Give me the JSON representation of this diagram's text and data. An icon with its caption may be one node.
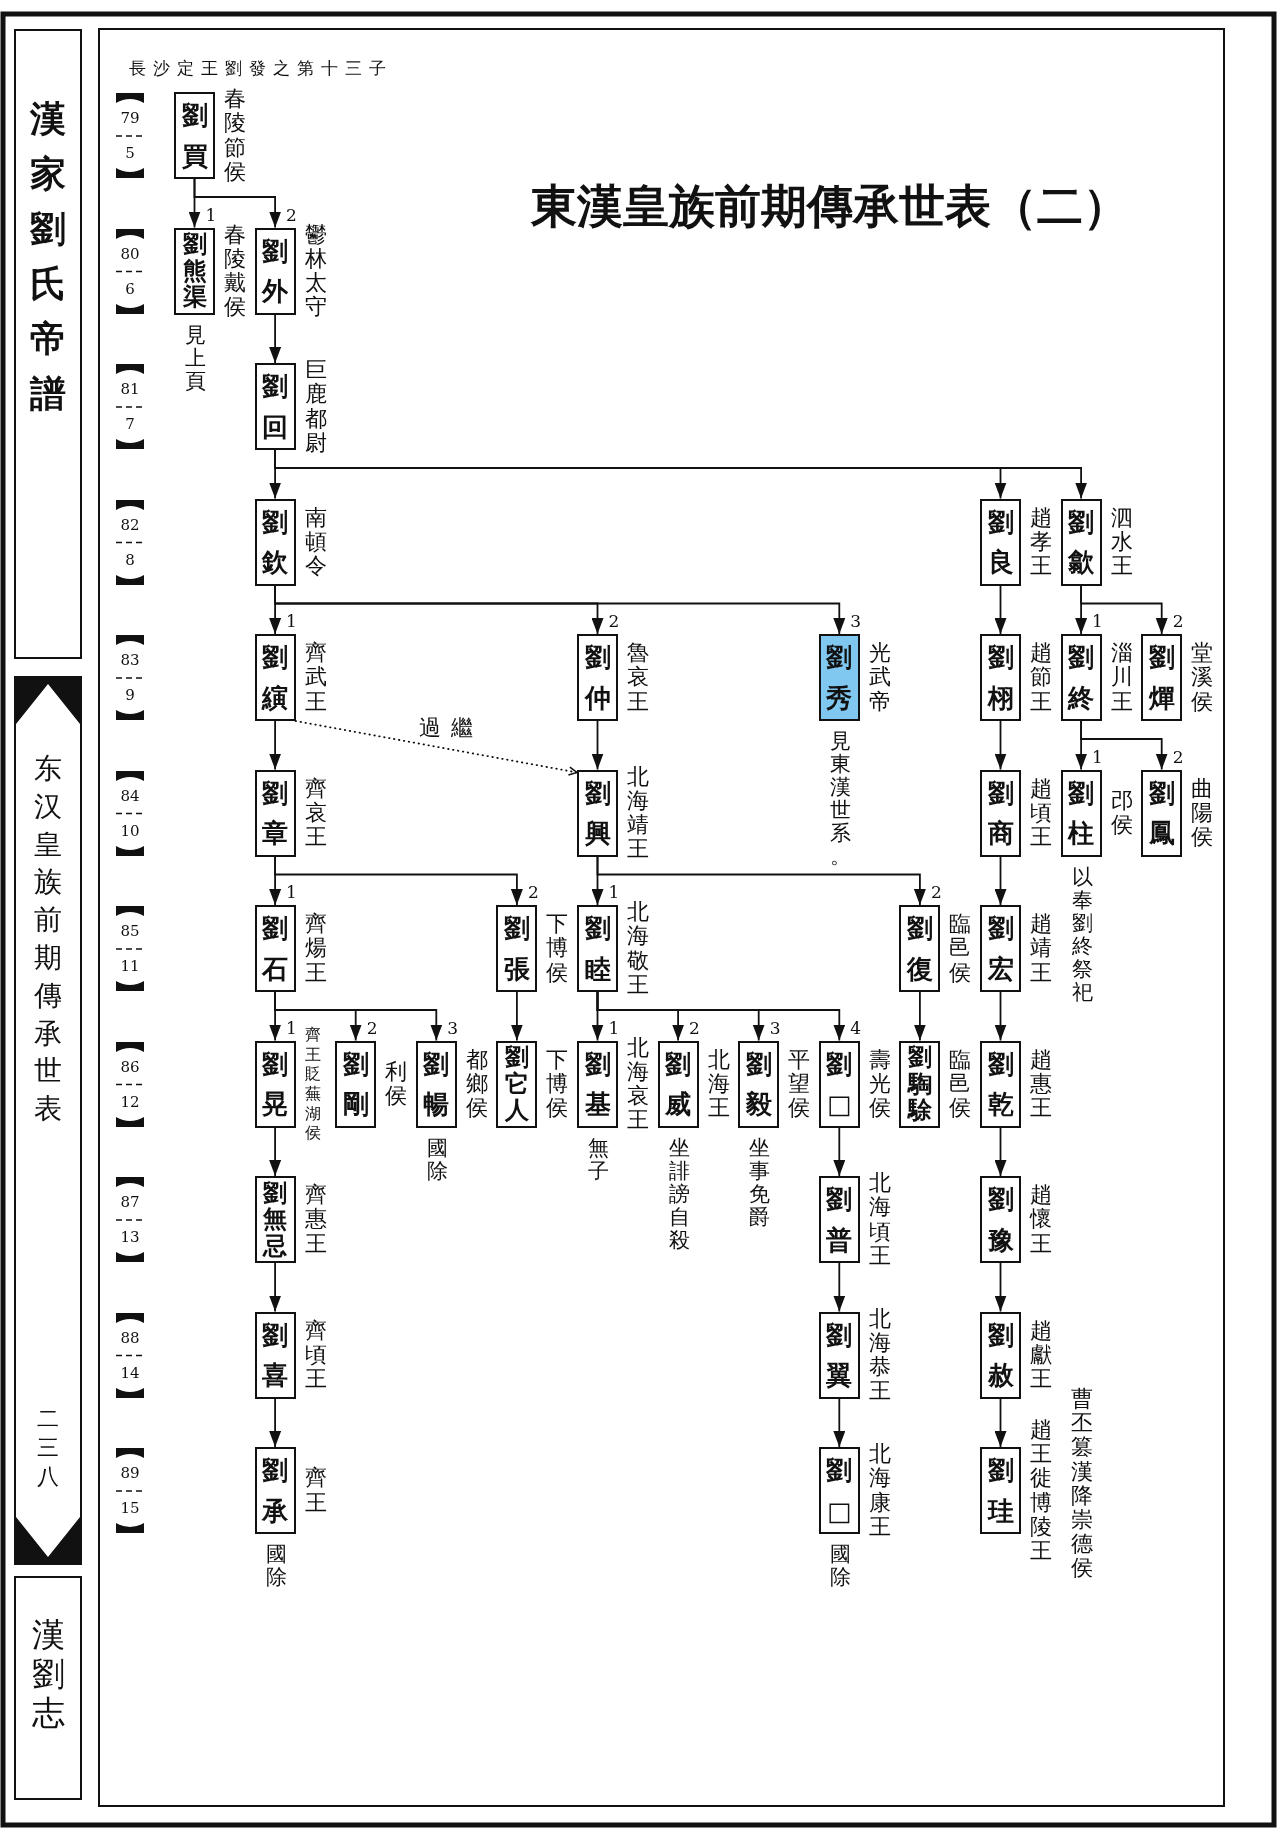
{
  "diagram": {
    "title": "東漢皇族前期傳承世表（二）",
    "nodes": [
      {
        "text": [
          "漢家劉氏帝譜"
        ]
      },
      {
        "text": [
          "东汉皇族前期傳承世表",
          "二三八"
        ]
      },
      {
        "text": [
          "漢劉志"
        ]
      },
      {
        "text": [
          "劉買"
        ],
        "beside": [
          "長沙定王劉發之第十三子",
          "春陵節侯"
        ]
      },
      {
        "text": [
          "劉熊渠"
        ],
        "beside": [
          "春陵戴侯",
          "見上頁"
        ]
      },
      {
        "text": [
          "劉外"
        ],
        "beside": [
          "鬱林太守"
        ]
      },
      {
        "text": [
          "劉回"
        ],
        "beside": [
          "巨鹿都尉"
        ]
      },
      {
        "text": [
          "劉欽"
        ],
        "beside": [
          "南頓令"
        ]
      },
      {
        "text": [
          "劉良"
        ],
        "beside": [
          "趙孝王"
        ]
      },
      {
        "text": [
          "劉歙"
        ],
        "beside": [
          "泗水王"
        ]
      },
      {
        "text": [
          "劉縯"
        ],
        "beside": [
          "齊武王"
        ]
      },
      {
        "text": [
          "劉仲"
        ],
        "beside": [
          "魯哀王"
        ]
      },
      {
        "text": [
          "劉秀"
        ],
        "beside": [
          "光武帝",
          "見東漢世系。"
        ]
      },
      {
        "text": [
          "劉栩"
        ],
        "beside": [
          "趙節王"
        ]
      },
      {
        "text": [
          "劉終"
        ],
        "beside": [
          "淄川王"
        ]
      },
      {
        "text": [
          "劉燀"
        ],
        "beside": [
          "堂溪侯"
        ]
      },
      {
        "text": [
          "劉章"
        ],
        "beside": [
          "齊哀王"
        ]
      },
      {
        "text": [
          "劉興"
        ],
        "beside": [
          "北海靖王"
        ]
      },
      {
        "text": [
          "劉商"
        ],
        "beside": [
          "趙頃王"
        ]
      },
      {
        "text": [
          "劉柱"
        ],
        "beside": [
          "邔侯",
          "以奉劉終祭祀"
        ]
      },
      {
        "text": [
          "劉鳳"
        ],
        "beside": [
          "曲陽侯"
        ]
      },
      {
        "text": [
          "劉石"
        ],
        "beside": [
          "齊煬王"
        ]
      },
      {
        "text": [
          "劉張"
        ],
        "beside": [
          "下博侯"
        ]
      },
      {
        "text": [
          "劉睦"
        ],
        "beside": [
          "北海敬王"
        ]
      },
      {
        "text": [
          "劉復"
        ],
        "beside": [
          "臨邑侯"
        ]
      },
      {
        "text": [
          "劉宏"
        ],
        "beside": [
          "趙靖王"
        ]
      },
      {
        "text": [
          "劉晃"
        ],
        "beside": [
          "齊王貶蕪湖侯"
        ]
      },
      {
        "text": [
          "劉剛"
        ],
        "beside": [
          "利侯"
        ]
      },
      {
        "text": [
          "劉暢"
        ],
        "beside": [
          "都鄉侯",
          "國除"
        ]
      },
      {
        "text": [
          "劉它人"
        ],
        "beside": [
          "下博侯"
        ]
      },
      {
        "text": [
          "劉基"
        ],
        "beside": [
          "北海哀王",
          "無子"
        ]
      },
      {
        "text": [
          "劉威"
        ],
        "beside": [
          "北海王",
          "坐誹謗自殺"
        ]
      },
      {
        "text": [
          "劉毅"
        ],
        "beside": [
          "平望侯",
          "坐事免爵"
        ]
      },
      {
        "text": [
          "劉□"
        ],
        "beside": [
          "壽光侯"
        ]
      },
      {
        "text": [
          "劉騊駼"
        ],
        "beside": [
          "臨邑侯"
        ]
      },
      {
        "text": [
          "劉乾"
        ],
        "beside": [
          "趙惠王"
        ]
      },
      {
        "text": [
          "劉無忌"
        ],
        "beside": [
          "齊惠王"
        ]
      },
      {
        "text": [
          "劉普"
        ],
        "beside": [
          "北海頃王"
        ]
      },
      {
        "text": [
          "劉豫"
        ],
        "beside": [
          "趙懷王"
        ]
      },
      {
        "text": [
          "劉喜"
        ],
        "beside": [
          "齊頃王"
        ]
      },
      {
        "text": [
          "劉翼"
        ],
        "beside": [
          "北海恭王"
        ]
      },
      {
        "text": [
          "劉赦"
        ],
        "beside": [
          "趙獻王"
        ]
      },
      {
        "text": [
          "劉承"
        ],
        "beside": [
          "齊王",
          "國除"
        ]
      },
      {
        "text": [
          "劉□"
        ],
        "beside": [
          "北海康王",
          "國除"
        ]
      },
      {
        "text": [
          "劉珪"
        ],
        "beside": [
          "趙王徙博陵王",
          "曹丕篡漢降崇德侯"
        ]
      }
    ],
    "edges": [
      {
        "from": 3,
        "to": 4,
        "arrow": "to",
        "label": "1"
      },
      {
        "from": 3,
        "to": 5,
        "arrow": "to",
        "label": "2"
      },
      {
        "from": 5,
        "to": 6,
        "arrow": "to"
      },
      {
        "from": 6,
        "to": 7,
        "arrow": "to"
      },
      {
        "from": 6,
        "to": 8,
        "arrow": "to"
      },
      {
        "from": 6,
        "to": 9,
        "arrow": "to"
      },
      {
        "from": 7,
        "to": 10,
        "arrow": "to",
        "label": "1"
      },
      {
        "from": 7,
        "to": 11,
        "arrow": "to",
        "label": "2"
      },
      {
        "from": 7,
        "to": 12,
        "arrow": "to",
        "label": "3"
      },
      {
        "from": 8,
        "to": 13,
        "arrow": "to"
      },
      {
        "from": 9,
        "to": 14,
        "arrow": "to",
        "label": "1"
      },
      {
        "from": 9,
        "to": 15,
        "arrow": "to",
        "label": "2"
      },
      {
        "from": 10,
        "to": 16,
        "arrow": "to"
      },
      {
        "from": 11,
        "to": 17,
        "arrow": "to"
      },
      {
        "from": 10,
        "to": 17,
        "arrow": "to",
        "label": "過繼",
        "style": "dashed"
      },
      {
        "from": 13,
        "to": 18,
        "arrow": "to"
      },
      {
        "from": 14,
        "to": 19,
        "arrow": "to",
        "label": "1"
      },
      {
        "from": 14,
        "to": 20,
        "arrow": "to",
        "label": "2"
      },
      {
        "from": 16,
        "to": 21,
        "arrow": "to",
        "label": "1"
      },
      {
        "from": 16,
        "to": 22,
        "arrow": "to",
        "label": "2"
      },
      {
        "from": 17,
        "to": 23,
        "arrow": "to",
        "label": "1"
      },
      {
        "from": 17,
        "to": 24,
        "arrow": "to",
        "label": "2"
      },
      {
        "from": 18,
        "to": 25,
        "arrow": "to"
      },
      {
        "from": 21,
        "to": 26,
        "arrow": "to",
        "label": "1"
      },
      {
        "from": 21,
        "to": 27,
        "arrow": "to",
        "label": "2"
      },
      {
        "from": 21,
        "to": 28,
        "arrow": "to",
        "label": "3"
      },
      {
        "from": 22,
        "to": 29,
        "arrow": "to"
      },
      {
        "from": 23,
        "to": 30,
        "arrow": "to",
        "label": "1"
      },
      {
        "from": 23,
        "to": 31,
        "arrow": "to",
        "label": "2"
      },
      {
        "from": 23,
        "to": 32,
        "arrow": "to",
        "label": "3"
      },
      {
        "from": 23,
        "to": 33,
        "arrow": "to",
        "label": "4"
      },
      {
        "from": 24,
        "to": 34,
        "arrow": "to"
      },
      {
        "from": 25,
        "to": 35,
        "arrow": "to"
      },
      {
        "from": 26,
        "to": 36,
        "arrow": "to"
      },
      {
        "from": 33,
        "to": 37,
        "arrow": "to"
      },
      {
        "from": 35,
        "to": 38,
        "arrow": "to"
      },
      {
        "from": 36,
        "to": 39,
        "arrow": "to"
      },
      {
        "from": 37,
        "to": 40,
        "arrow": "to"
      },
      {
        "from": 38,
        "to": 41,
        "arrow": "to"
      },
      {
        "from": 39,
        "to": 42,
        "arrow": "to"
      },
      {
        "from": 40,
        "to": 43,
        "arrow": "to"
      },
      {
        "from": 41,
        "to": 44,
        "arrow": "to"
      }
    ],
    "labels": [
      "79",
      "5",
      "80",
      "6",
      "81",
      "7",
      "82",
      "8",
      "83",
      "9",
      "84",
      "10",
      "85",
      "11",
      "86",
      "12",
      "87",
      "13",
      "88",
      "14",
      "89",
      "15"
    ]
  }
}
